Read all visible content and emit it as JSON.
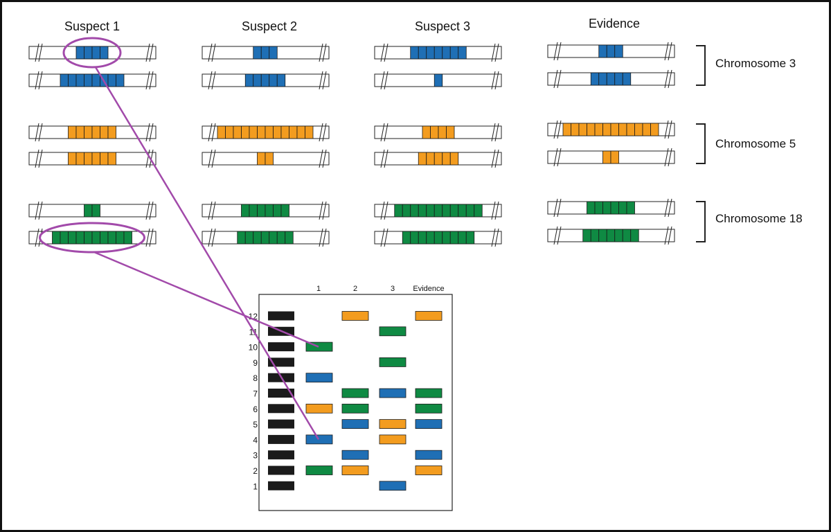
{
  "colors": {
    "blue": "#1f6fb5",
    "orange": "#f39c1f",
    "green": "#0f8a43",
    "ladder": "#1b1b1b",
    "highlight": "#a24aaa"
  },
  "columns": [
    {
      "id": "s1",
      "title": "Suspect 1"
    },
    {
      "id": "s2",
      "title": "Suspect 2"
    },
    {
      "id": "s3",
      "title": "Suspect 3"
    },
    {
      "id": "ev",
      "title": "Evidence"
    }
  ],
  "chromosomes": [
    {
      "id": "c3",
      "label": "Chromosome 3",
      "color": "blue"
    },
    {
      "id": "c5",
      "label": "Chromosome 5",
      "color": "orange"
    },
    {
      "id": "c18",
      "label": "Chromosome 18",
      "color": "green"
    }
  ],
  "repeats": {
    "s1": {
      "c3": [
        4,
        8
      ],
      "c5": [
        6,
        6
      ],
      "c18": [
        2,
        10
      ]
    },
    "s2": {
      "c3": [
        3,
        5
      ],
      "c5": [
        12,
        2
      ],
      "c18": [
        6,
        7
      ]
    },
    "s3": {
      "c3": [
        7,
        1
      ],
      "c5": [
        4,
        5
      ],
      "c18": [
        11,
        9
      ]
    },
    "ev": {
      "c3": [
        3,
        5
      ],
      "c5": [
        12,
        2
      ],
      "c18": [
        6,
        7
      ]
    }
  },
  "gel": {
    "lane_headers": [
      "1",
      "2",
      "3",
      "Evidence"
    ],
    "ladder": [
      12,
      11,
      10,
      9,
      8,
      7,
      6,
      5,
      4,
      3,
      2,
      1
    ],
    "lanes": [
      {
        "id": "s1",
        "bands": [
          {
            "size": 10,
            "color": "green"
          },
          {
            "size": 8,
            "color": "blue"
          },
          {
            "size": 6,
            "color": "orange"
          },
          {
            "size": 4,
            "color": "blue"
          },
          {
            "size": 2,
            "color": "green"
          }
        ]
      },
      {
        "id": "s2",
        "bands": [
          {
            "size": 12,
            "color": "orange"
          },
          {
            "size": 7,
            "color": "green"
          },
          {
            "size": 6,
            "color": "green"
          },
          {
            "size": 5,
            "color": "blue"
          },
          {
            "size": 3,
            "color": "blue"
          },
          {
            "size": 2,
            "color": "orange"
          }
        ]
      },
      {
        "id": "s3",
        "bands": [
          {
            "size": 11,
            "color": "green"
          },
          {
            "size": 9,
            "color": "green"
          },
          {
            "size": 7,
            "color": "blue"
          },
          {
            "size": 5,
            "color": "orange"
          },
          {
            "size": 4,
            "color": "orange"
          },
          {
            "size": 1,
            "color": "blue"
          }
        ]
      },
      {
        "id": "ev",
        "bands": [
          {
            "size": 12,
            "color": "orange"
          },
          {
            "size": 7,
            "color": "green"
          },
          {
            "size": 6,
            "color": "green"
          },
          {
            "size": 5,
            "color": "blue"
          },
          {
            "size": 3,
            "color": "blue"
          },
          {
            "size": 2,
            "color": "orange"
          }
        ]
      }
    ]
  },
  "highlights": [
    {
      "column": "s1",
      "chromosome": "c3",
      "allele": 0,
      "size": 4
    },
    {
      "column": "s1",
      "chromosome": "c18",
      "allele": 1,
      "size": 10
    }
  ]
}
